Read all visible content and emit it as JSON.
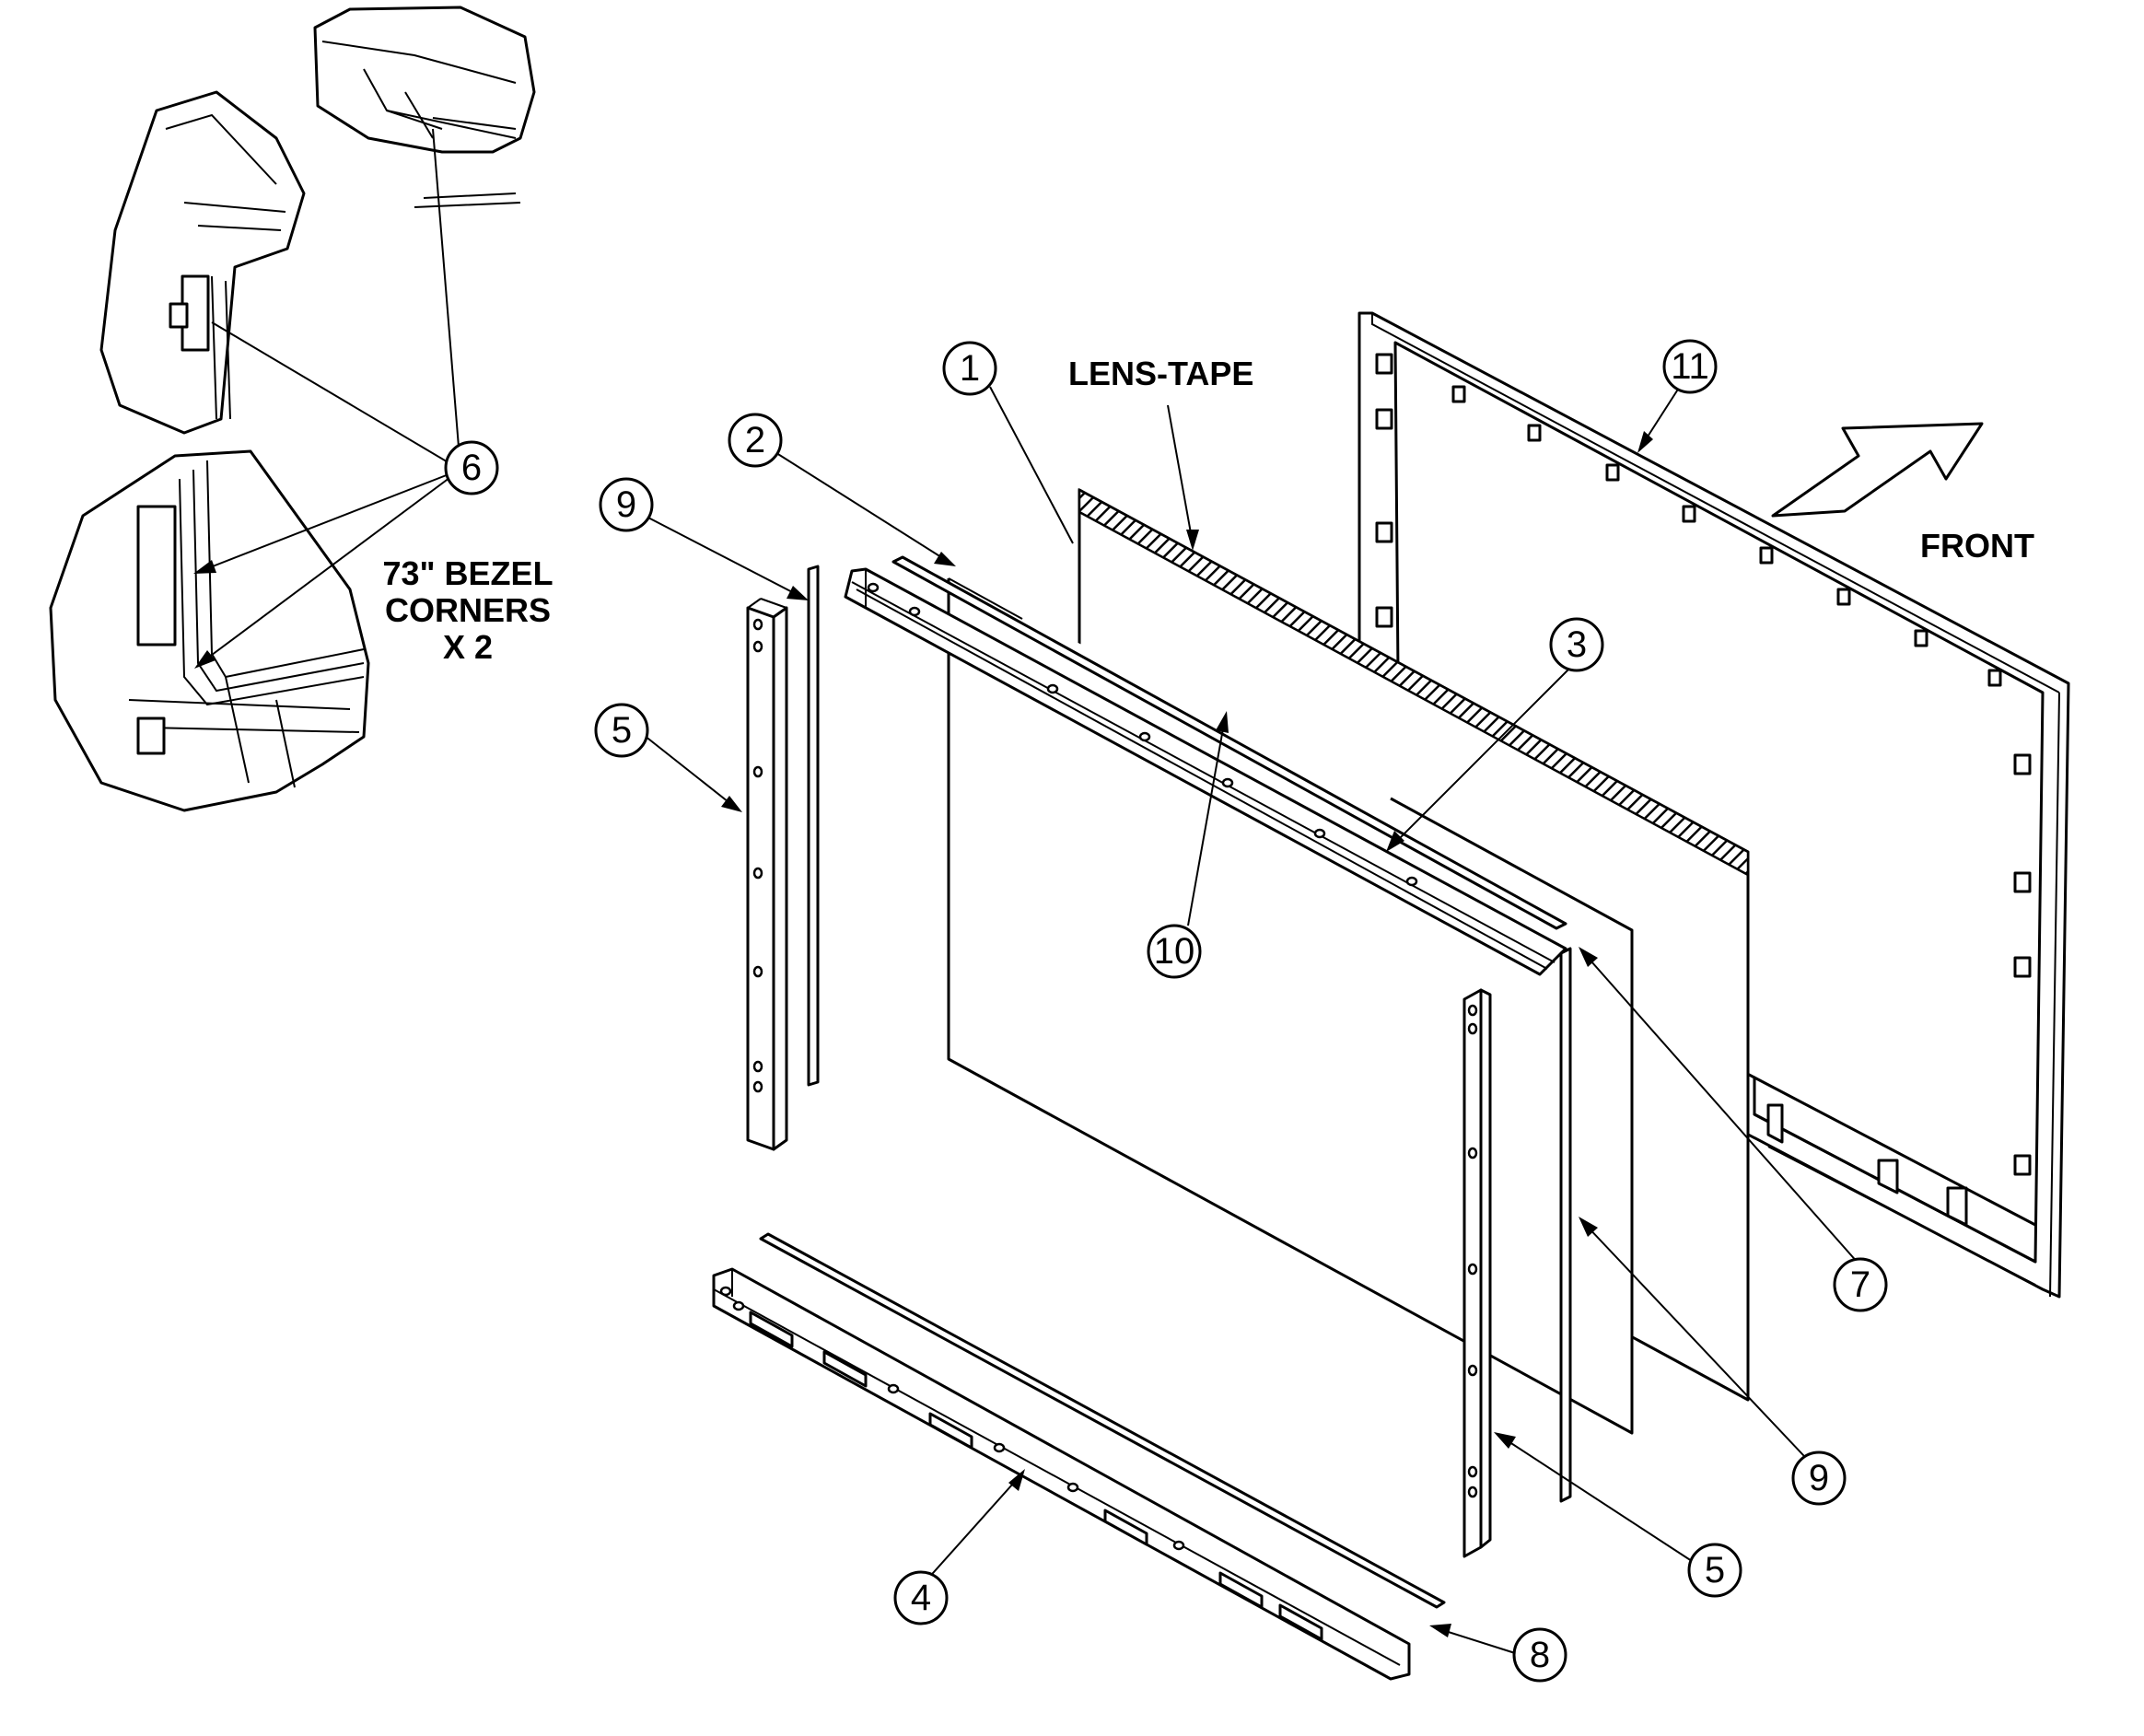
{
  "labels": {
    "lens_tape": "LENS-TAPE",
    "front": "FRONT",
    "bezel_line1": "73\" BEZEL",
    "bezel_line2": "CORNERS",
    "bezel_line3": "X 2"
  },
  "callouts": {
    "c1": "1",
    "c2": "2",
    "c3": "3",
    "c4": "4",
    "c5a": "5",
    "c5b": "5",
    "c6": "6",
    "c7": "7",
    "c8": "8",
    "c9a": "9",
    "c9b": "9",
    "c10": "10",
    "c11": "11"
  }
}
